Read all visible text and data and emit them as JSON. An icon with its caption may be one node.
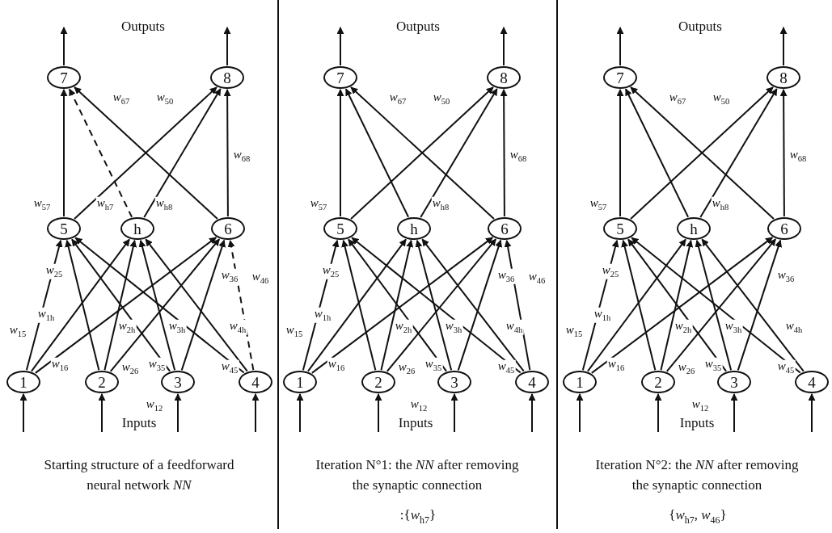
{
  "diagram": {
    "nodes": [
      {
        "text": [
          "7"
        ]
      },
      {
        "text": [
          "8"
        ]
      },
      {
        "text": [
          "5"
        ]
      },
      {
        "text": [
          "h"
        ]
      },
      {
        "text": [
          "6"
        ]
      },
      {
        "text": [
          "1"
        ]
      },
      {
        "text": [
          "2"
        ]
      },
      {
        "text": [
          "3"
        ]
      },
      {
        "text": [
          "4"
        ]
      },
      {
        "text": [
          "7"
        ]
      },
      {
        "text": [
          "8"
        ]
      },
      {
        "text": [
          "5"
        ]
      },
      {
        "text": [
          "h"
        ]
      },
      {
        "text": [
          "6"
        ]
      },
      {
        "text": [
          "1"
        ]
      },
      {
        "text": [
          "2"
        ]
      },
      {
        "text": [
          "3"
        ]
      },
      {
        "text": [
          "4"
        ]
      },
      {
        "text": [
          "7"
        ]
      },
      {
        "text": [
          "8"
        ]
      },
      {
        "text": [
          "5"
        ]
      },
      {
        "text": [
          "h"
        ]
      },
      {
        "text": [
          "6"
        ]
      },
      {
        "text": [
          "1"
        ]
      },
      {
        "text": [
          "2"
        ]
      },
      {
        "text": [
          "3"
        ]
      },
      {
        "text": [
          "4"
        ]
      }
    ],
    "edges": [
      {
        "from": null,
        "to": 5,
        "arrow": "to"
      },
      {
        "from": null,
        "to": 6,
        "arrow": "to"
      },
      {
        "from": null,
        "to": 7,
        "arrow": "to"
      },
      {
        "from": null,
        "to": 8,
        "arrow": "to"
      },
      {
        "from": 5,
        "to": 2,
        "arrow": "to",
        "label": "*w*$_{15}$"
      },
      {
        "from": 5,
        "to": 3,
        "arrow": "to",
        "label": "*w*$_{1h}$"
      },
      {
        "from": 5,
        "to": 4,
        "arrow": "to",
        "label": "*w*$_{16}$"
      },
      {
        "from": 6,
        "to": 2,
        "arrow": "to",
        "label": "*w*$_{25}$"
      },
      {
        "from": 6,
        "to": 3,
        "arrow": "to",
        "label": "*w*$_{2h}$"
      },
      {
        "from": 6,
        "to": 4,
        "arrow": "to",
        "label": "*w*$_{26}$"
      },
      {
        "from": 7,
        "to": 2,
        "arrow": "to",
        "label": "*w*$_{35}$"
      },
      {
        "from": 7,
        "to": 3,
        "arrow": "to",
        "label": "*w*$_{3h}$"
      },
      {
        "from": 7,
        "to": 4,
        "arrow": "to",
        "label": "*w*$_{36}$"
      },
      {
        "from": 8,
        "to": 2,
        "arrow": "to",
        "label": "*w*$_{45}$"
      },
      {
        "from": 8,
        "to": 3,
        "arrow": "to",
        "label": "*w*$_{4h}$"
      },
      {
        "from": 8,
        "to": 4,
        "arrow": "to",
        "label": "*w*$_{46}$",
        "style": "dashed"
      },
      {
        "from": 2,
        "to": 0,
        "arrow": "to",
        "label": "*w*$_{57}$"
      },
      {
        "from": 2,
        "to": 1,
        "arrow": "to",
        "label": "*w*$_{50}$"
      },
      {
        "from": 3,
        "to": 0,
        "arrow": "to",
        "label": "*w*$_{h7}$",
        "style": "dashed"
      },
      {
        "from": 3,
        "to": 1,
        "arrow": "to",
        "label": "*w*$_{h8}$"
      },
      {
        "from": 4,
        "to": 0,
        "arrow": "to",
        "label": "*w*$_{67}$"
      },
      {
        "from": 4,
        "to": 1,
        "arrow": "to",
        "label": "*w*$_{68}$"
      },
      {
        "from": 0,
        "to": null,
        "arrow": "to"
      },
      {
        "from": 1,
        "to": null,
        "arrow": "to"
      },
      {
        "from": null,
        "to": 14,
        "arrow": "to"
      },
      {
        "from": null,
        "to": 15,
        "arrow": "to"
      },
      {
        "from": null,
        "to": 16,
        "arrow": "to"
      },
      {
        "from": null,
        "to": 17,
        "arrow": "to"
      },
      {
        "from": 14,
        "to": 11,
        "arrow": "to",
        "label": "*w*$_{15}$"
      },
      {
        "from": 14,
        "to": 12,
        "arrow": "to",
        "label": "*w*$_{1h}$"
      },
      {
        "from": 14,
        "to": 13,
        "arrow": "to",
        "label": "*w*$_{16}$"
      },
      {
        "from": 15,
        "to": 11,
        "arrow": "to",
        "label": "*w*$_{25}$"
      },
      {
        "from": 15,
        "to": 12,
        "arrow": "to",
        "label": "*w*$_{2h}$"
      },
      {
        "from": 15,
        "to": 13,
        "arrow": "to",
        "label": "*w*$_{26}$"
      },
      {
        "from": 16,
        "to": 11,
        "arrow": "to",
        "label": "*w*$_{35}$"
      },
      {
        "from": 16,
        "to": 12,
        "arrow": "to",
        "label": "*w*$_{3h}$"
      },
      {
        "from": 16,
        "to": 13,
        "arrow": "to",
        "label": "*w*$_{36}$"
      },
      {
        "from": 17,
        "to": 11,
        "arrow": "to",
        "label": "*w*$_{45}$"
      },
      {
        "from": 17,
        "to": 12,
        "arrow": "to",
        "label": "*w*$_{4h}$"
      },
      {
        "from": 17,
        "to": 13,
        "arrow": "to",
        "label": "*w*$_{46}$"
      },
      {
        "from": 11,
        "to": 9,
        "arrow": "to",
        "label": "*w*$_{57}$"
      },
      {
        "from": 11,
        "to": 10,
        "arrow": "to",
        "label": "*w*$_{50}$"
      },
      {
        "from": 12,
        "to": 9,
        "arrow": "to"
      },
      {
        "from": 12,
        "to": 10,
        "arrow": "to",
        "label": "*w*$_{h8}$"
      },
      {
        "from": 13,
        "to": 9,
        "arrow": "to",
        "label": "*w*$_{67}$"
      },
      {
        "from": 13,
        "to": 10,
        "arrow": "to",
        "label": "*w*$_{68}$"
      },
      {
        "from": 9,
        "to": null,
        "arrow": "to"
      },
      {
        "from": 10,
        "to": null,
        "arrow": "to"
      },
      {
        "from": null,
        "to": 23,
        "arrow": "to"
      },
      {
        "from": null,
        "to": 24,
        "arrow": "to"
      },
      {
        "from": null,
        "to": 25,
        "arrow": "to"
      },
      {
        "from": null,
        "to": 26,
        "arrow": "to"
      },
      {
        "from": 23,
        "to": 20,
        "arrow": "to",
        "label": "*w*$_{15}$"
      },
      {
        "from": 23,
        "to": 21,
        "arrow": "to",
        "label": "*w*$_{1h}$"
      },
      {
        "from": 23,
        "to": 22,
        "arrow": "to",
        "label": "*w*$_{16}$"
      },
      {
        "from": 24,
        "to": 20,
        "arrow": "to",
        "label": "*w*$_{25}$"
      },
      {
        "from": 24,
        "to": 21,
        "arrow": "to",
        "label": "*w*$_{2h}$"
      },
      {
        "from": 24,
        "to": 22,
        "arrow": "to",
        "label": "*w*$_{26}$"
      },
      {
        "from": 25,
        "to": 20,
        "arrow": "to",
        "label": "*w*$_{35}$"
      },
      {
        "from": 25,
        "to": 21,
        "arrow": "to",
        "label": "*w*$_{3h}$"
      },
      {
        "from": 25,
        "to": 22,
        "arrow": "to",
        "label": "*w*$_{36}$"
      },
      {
        "from": 26,
        "to": 20,
        "arrow": "to",
        "label": "*w*$_{45}$"
      },
      {
        "from": 26,
        "to": 21,
        "arrow": "to",
        "label": "*w*$_{4h}$"
      },
      {
        "from": 20,
        "to": 18,
        "arrow": "to",
        "label": "*w*$_{57}$"
      },
      {
        "from": 20,
        "to": 19,
        "arrow": "to",
        "label": "*w*$_{50}$"
      },
      {
        "from": 21,
        "to": 18,
        "arrow": "to"
      },
      {
        "from": 21,
        "to": 19,
        "arrow": "to",
        "label": "*w*$_{h8}$"
      },
      {
        "from": 22,
        "to": 18,
        "arrow": "to",
        "label": "*w*$_{67}$"
      },
      {
        "from": 22,
        "to": 19,
        "arrow": "to",
        "label": "*w*$_{68}$"
      },
      {
        "from": 18,
        "to": null,
        "arrow": "to"
      },
      {
        "from": 19,
        "to": null,
        "arrow": "to"
      }
    ],
    "labels": [
      "Outputs",
      "*w*$_{12}$",
      "Inputs",
      "Starting structure of a feedforward neural network *NN*",
      "Outputs",
      "*w*$_{12}$",
      "Inputs",
      "Iteration N°1: the *NN* after removing the synaptic connection",
      ":{*w*$_{h7}$}",
      "Outputs",
      "*w*$_{12}$",
      "Inputs",
      "Iteration N°2: the *NN* after removing the synaptic connection",
      "{*w*$_{h7}$, *w*$_{46}$}"
    ]
  }
}
